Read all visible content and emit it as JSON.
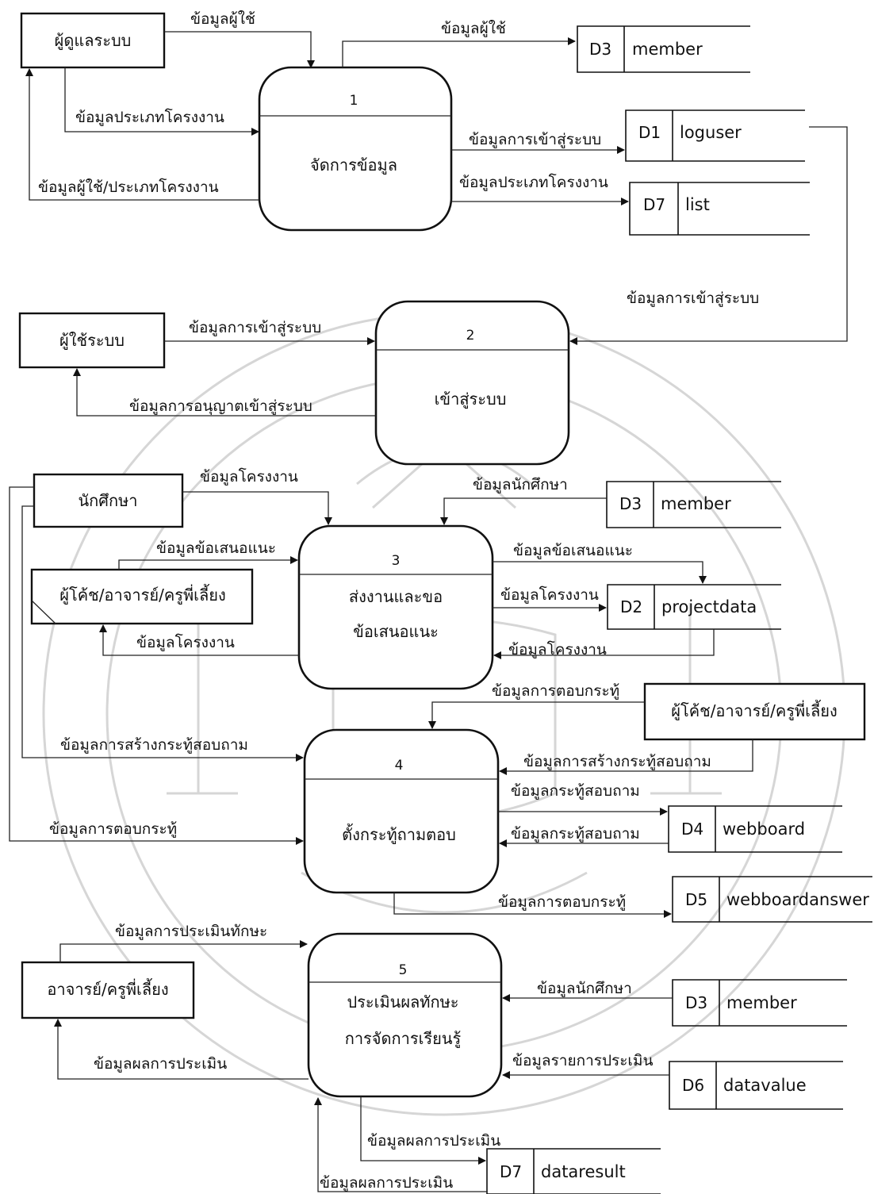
{
  "entities": {
    "admin": "ผู้ดูแลระบบ",
    "system_user": "ผู้ใช้ระบบ",
    "student": "นักศึกษา",
    "coach_left": "ผู้โค้ช/อาจารย์/ครูพี่เลี้ยง",
    "coach_right": "ผู้โค้ช/อาจารย์/ครูพี่เลี้ยง",
    "teacher": "อาจารย์/ครูพี่เลี้ยง"
  },
  "processes": {
    "p1": {
      "num": "1",
      "line1": "จัดการข้อมูล",
      "line2": ""
    },
    "p2": {
      "num": "2",
      "line1": "เข้าสู่ระบบ",
      "line2": ""
    },
    "p3": {
      "num": "3",
      "line1": "ส่งงานและขอ",
      "line2": "ข้อเสนอแนะ"
    },
    "p4": {
      "num": "4",
      "line1": "ตั้งกระทู้ถามตอบ",
      "line2": ""
    },
    "p5": {
      "num": "5",
      "line1": "ประเมินผลทักษะ",
      "line2": "การจัดการเรียนรู้"
    }
  },
  "stores": {
    "d3a": {
      "id": "D3",
      "name": "member"
    },
    "d1": {
      "id": "D1",
      "name": "loguser"
    },
    "d7a": {
      "id": "D7",
      "name": "list"
    },
    "d3b": {
      "id": "D3",
      "name": "member"
    },
    "d2": {
      "id": "D2",
      "name": "projectdata"
    },
    "d4": {
      "id": "D4",
      "name": "webboard"
    },
    "d5": {
      "id": "D5",
      "name": "webboardanswer"
    },
    "d3c": {
      "id": "D3",
      "name": "member"
    },
    "d6": {
      "id": "D6",
      "name": "datavalue"
    },
    "d7b": {
      "id": "D7",
      "name": "dataresult"
    }
  },
  "flows": {
    "f1": "ข้อมูลผู้ใช้",
    "f2": "ข้อมูลผู้ใช้",
    "f3": "ข้อมูลประเภทโครงงาน",
    "f4": "ข้อมูลผู้ใช้/ประเภทโครงงาน",
    "f5": "ข้อมูลการเข้าสู่ระบบ",
    "f6": "ข้อมูลประเภทโครงงาน",
    "f7": "ข้อมูลการเข้าสู่ระบบ",
    "f8": "ข้อมูลการเข้าสู่ระบบ",
    "f9": "ข้อมูลการอนุญาตเข้าสู่ระบบ",
    "f10": "ข้อมูลโครงงาน",
    "f11": "ข้อมูลนักศึกษา",
    "f12": "ข้อมูลข้อเสนอแนะ",
    "f13": "ข้อมูลข้อเสนอแนะ",
    "f14": "ข้อมูลโครงงาน",
    "f15": "ข้อมูลโครงงาน",
    "f16": "ข้อมูลโครงงาน",
    "f17": "ข้อมูลการตอบกระทู้",
    "f18": "ข้อมูลการสร้างกระทู้สอบถาม",
    "f19": "ข้อมูลการสร้างกระทู้สอบถาม",
    "f20": "ข้อมูลกระทู้สอบถาม",
    "f21": "ข้อมูลการตอบกระทู้",
    "f22": "ข้อมูลกระทู้สอบถาม",
    "f23": "ข้อมูลการตอบกระทู้",
    "f24": "ข้อมูลการประเมินทักษะ",
    "f25": "ข้อมูลนักศึกษา",
    "f26": "ข้อมูลผลการประเมิน",
    "f27": "ข้อมูลรายการประเมิน",
    "f28": "ข้อมูลผลการประเมิน",
    "f29": "ข้อมูลผลการประเมิน"
  }
}
